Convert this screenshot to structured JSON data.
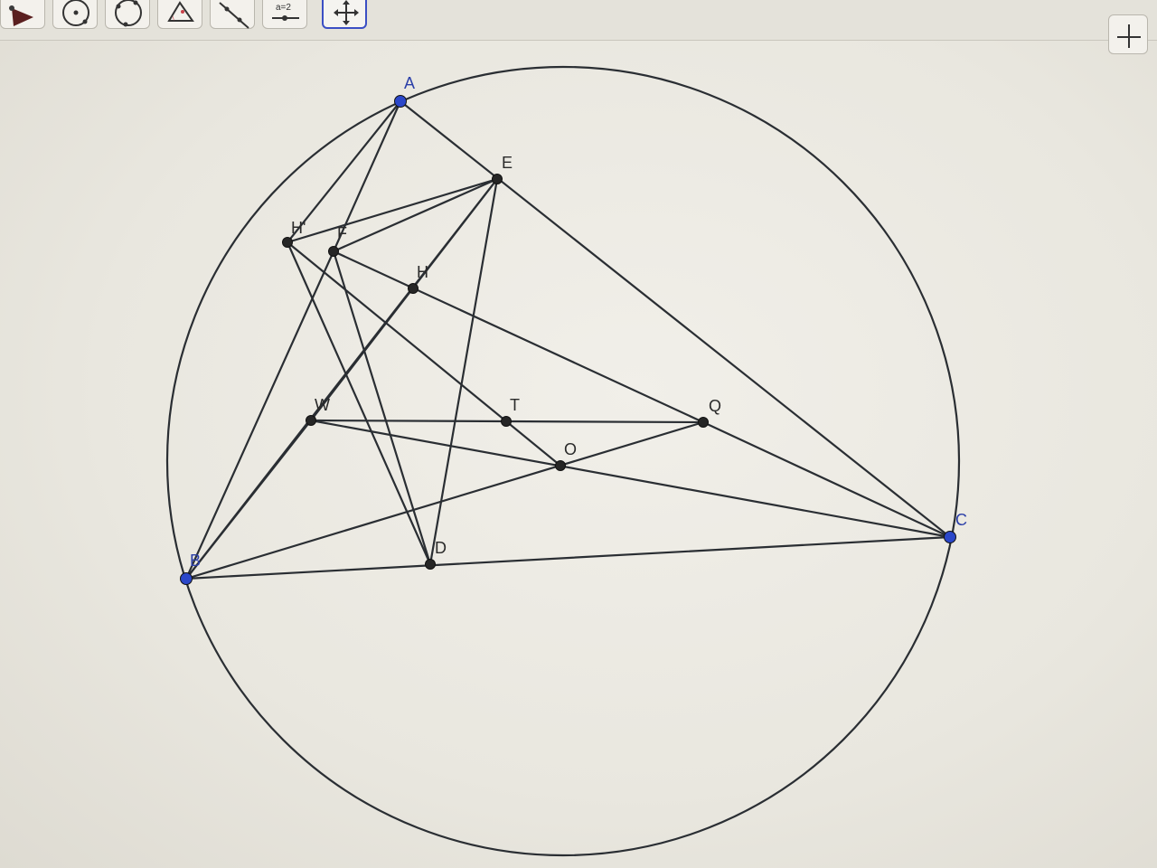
{
  "toolbar": {
    "tools": [
      {
        "name": "move-graphics-tool",
        "icon": "triangle-arrow-icon"
      },
      {
        "name": "circle-through-points-tool",
        "icon": "circle-points-icon"
      },
      {
        "name": "circle-three-points-tool",
        "icon": "circle-three-points-icon"
      },
      {
        "name": "angle-tool",
        "icon": "angle-icon"
      },
      {
        "name": "reflect-tool",
        "icon": "reflect-icon"
      },
      {
        "name": "slider-tool",
        "icon": "slider-icon"
      },
      {
        "name": "move-view-tool",
        "icon": "move-arrows-icon"
      }
    ],
    "active_tool": "move-view-tool"
  },
  "corner_button": {
    "icon": "crosshair-plus-icon"
  },
  "colors": {
    "free_point": "#2b47c9",
    "dependent_point": "#262626",
    "free_label": "#2b3fa8",
    "dependent_label": "#2a2a2a",
    "line": "#2a2e33"
  },
  "points": {
    "A": {
      "label": "A",
      "type": "free"
    },
    "B": {
      "label": "B",
      "type": "free"
    },
    "C": {
      "label": "C",
      "type": "free"
    },
    "D": {
      "label": "D",
      "type": "dependent"
    },
    "E": {
      "label": "E",
      "type": "dependent"
    },
    "F": {
      "label": "F",
      "type": "dependent"
    },
    "H": {
      "label": "H",
      "type": "dependent"
    },
    "H1": {
      "label": "H'",
      "type": "dependent"
    },
    "W": {
      "label": "W",
      "type": "dependent"
    },
    "T": {
      "label": "T",
      "type": "dependent"
    },
    "Q": {
      "label": "Q",
      "type": "dependent"
    },
    "O": {
      "label": "O",
      "type": "dependent"
    }
  }
}
